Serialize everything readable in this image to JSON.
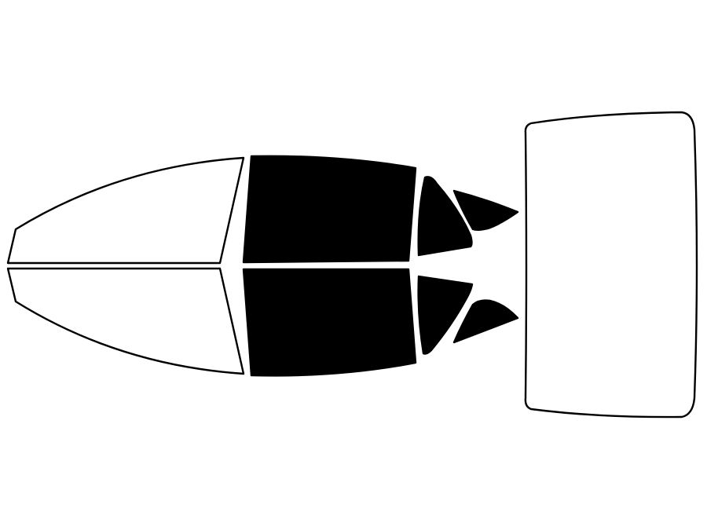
{
  "colors": {
    "background": "#ffffff",
    "outline": "#000000",
    "tinted": "#000000",
    "clear": "#ffffff"
  },
  "windows": [
    {
      "id": "windshield-left",
      "tinted": false
    },
    {
      "id": "windshield-right",
      "tinted": false
    },
    {
      "id": "front-door-left",
      "tinted": true
    },
    {
      "id": "front-door-right",
      "tinted": true
    },
    {
      "id": "rear-door-left",
      "tinted": true
    },
    {
      "id": "rear-door-right",
      "tinted": true
    },
    {
      "id": "quarter-glass-left",
      "tinted": true
    },
    {
      "id": "quarter-glass-right",
      "tinted": true
    },
    {
      "id": "rear-window",
      "tinted": false
    }
  ]
}
